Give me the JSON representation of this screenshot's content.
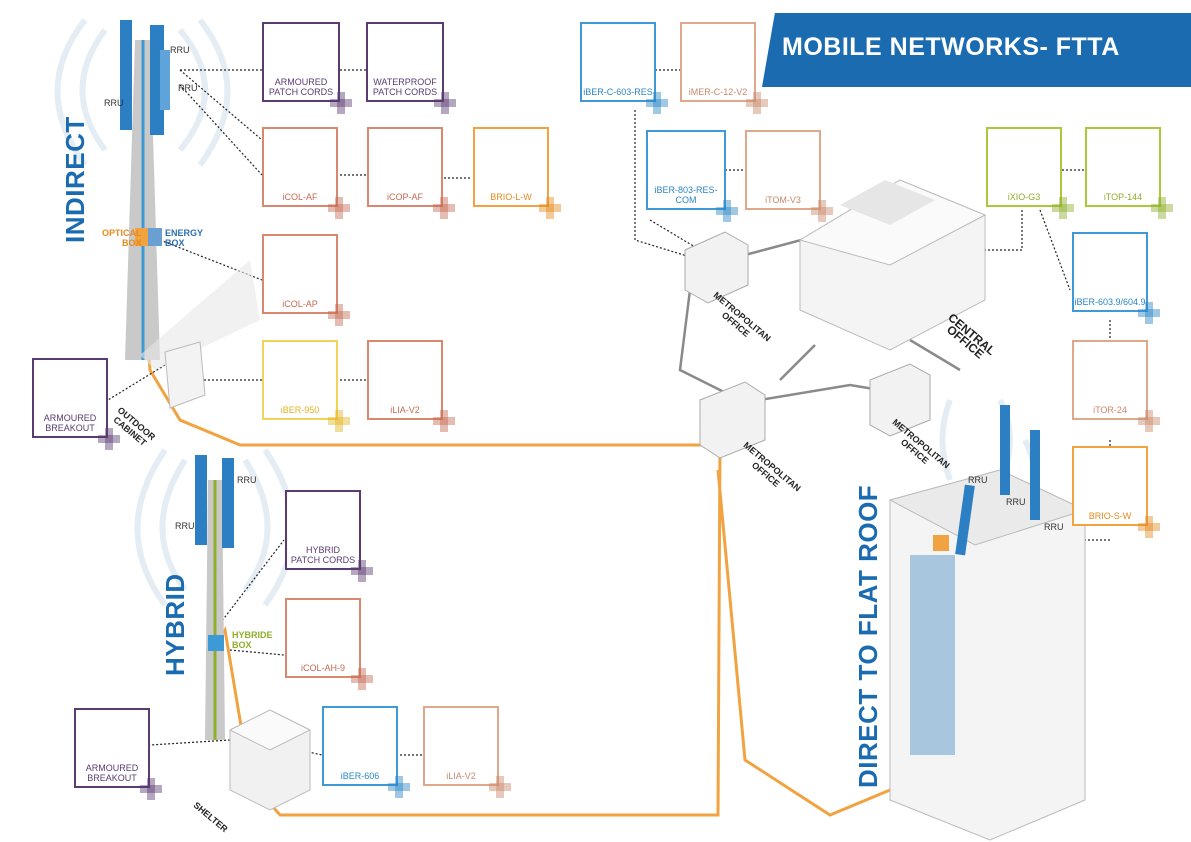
{
  "header": {
    "title": "MOBILE NETWORKS- FTTA"
  },
  "sections": {
    "indirect": "INDIRECT",
    "hybrid": "HYBRID",
    "direct": "DIRECT TO FLAT ROOF"
  },
  "products": {
    "armoured_patch": [
      "ARMOURED",
      "PATCH CORDS"
    ],
    "waterproof_patch": [
      "WATERPROOF",
      "PATCH CORDS"
    ],
    "icol_af": "iCOL-AF",
    "icop_af": "iCOP-AF",
    "brio_lw": "BRIO-L-W",
    "icol_ap": "iCOL-AP",
    "iber_950": "iBER-950",
    "ilia_v2_top": "iLIA-V2",
    "armoured_breakout_top": [
      "ARMOURED",
      "BREAKOUT"
    ],
    "hybrid_patch": [
      "HYBRID",
      "PATCH CORDS"
    ],
    "icol_ah9": "iCOL-AH-9",
    "armoured_breakout_bottom": [
      "ARMOURED",
      "BREAKOUT"
    ],
    "iber_606": "iBER-606",
    "ilia_v2_bottom": "iLIA-V2",
    "iber_c603": "iBER-C-603-RES",
    "imer_c12": "iMER-C-12-V2",
    "iber_803": "iBER-803-RES-COM",
    "itom_v3": "iTOM-V3",
    "ixio_g3": "iXIO-G3",
    "itop_144": "iTOP-144",
    "iber_603_9": "iBER-603.9/604.9",
    "itor_24": "iTOR-24",
    "brio_sw": "BRIO-S-W"
  },
  "labels": {
    "rru": "RRU",
    "optical_box": [
      "OPTICAL",
      "BOX"
    ],
    "energy_box": [
      "ENERGY",
      "BOX"
    ],
    "hybride_box": [
      "HYBRIDE",
      "BOX"
    ],
    "outdoor_cabinet": [
      "OUTDOOR",
      "CABINET"
    ],
    "shelter": "SHELTER",
    "metro_office": [
      "METROPOLITAN",
      "OFFICE"
    ],
    "central_office": [
      "CENTRAL",
      "OFFICE"
    ]
  },
  "colors": {
    "brand_blue": "#1a6bb0",
    "fiber_orange": "#f0a340",
    "link_gray": "#888888",
    "purple": "#5a3b72",
    "salmon": "#d98870",
    "yellow": "#f2d35a",
    "blue": "#3d9ad6",
    "green": "#a9c83a"
  }
}
